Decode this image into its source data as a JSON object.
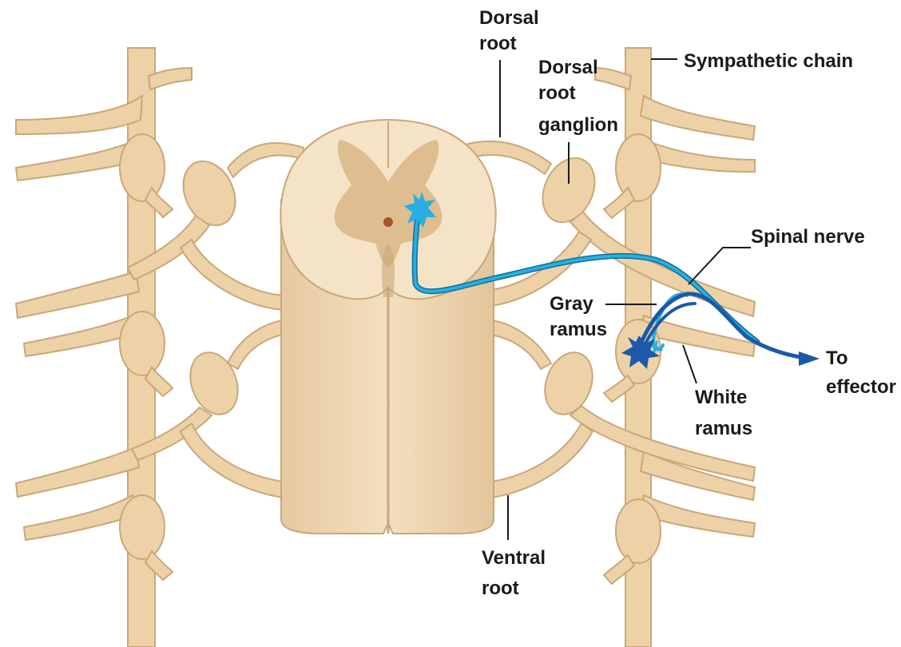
{
  "figure": {
    "labels": {
      "dorsal_root": [
        "Dorsal",
        "root"
      ],
      "dorsal_root_ganglion": [
        "Dorsal",
        "root",
        "ganglion"
      ],
      "sympathetic_chain": "Sympathetic chain",
      "spinal_nerve": "Spinal nerve",
      "gray_ramus": [
        "Gray",
        "ramus"
      ],
      "white_ramus": [
        "White",
        "ramus"
      ],
      "to_effector": [
        "To",
        "effector"
      ],
      "ventral_root": [
        "Ventral",
        "root"
      ]
    },
    "colors": {
      "tissue": "#ecd2a6",
      "tissue_outline": "#c9a77a",
      "white_matter": "#f4e3c6",
      "gray_matter": "#dcb889",
      "preganglionic_neuron": "#29aee2",
      "postganglionic_neuron": "#1a5aa8"
    }
  }
}
